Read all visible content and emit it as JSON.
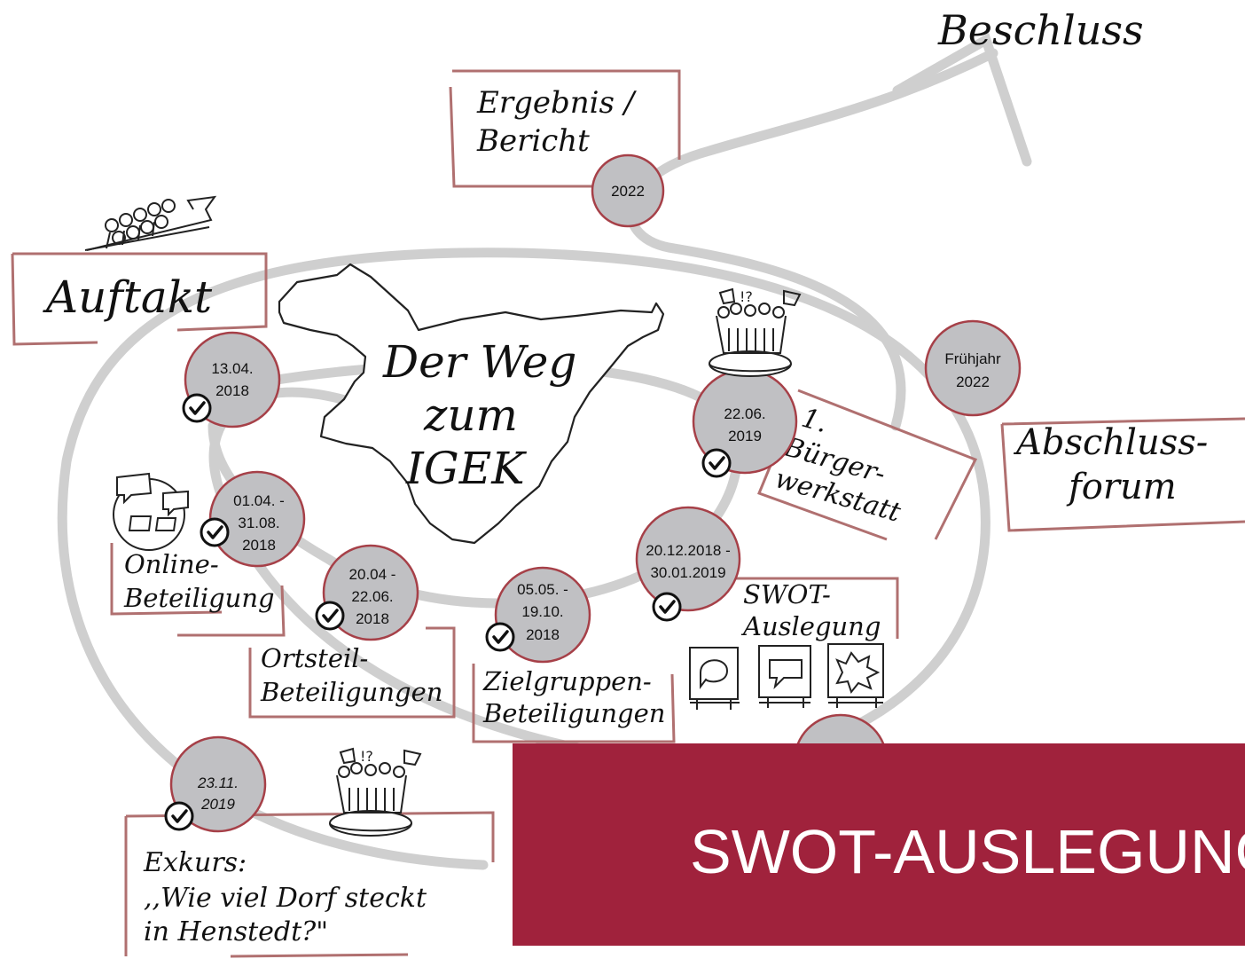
{
  "colors": {
    "accent": "#a0223c",
    "frame": "#b07070",
    "bubble": "#c0c0c3",
    "path": "#cfcfcf"
  },
  "title": {
    "line1": "Der Weg",
    "line2": "zum",
    "line3": "IGEK"
  },
  "goal": "Beschluss",
  "stations": {
    "auftakt": {
      "label": "Auftakt",
      "date1": "13.04.",
      "date2": "2018",
      "done": true
    },
    "online": {
      "label1": "Online-",
      "label2": "Beteiligung",
      "date1": "01.04. -",
      "date2": "31.08.",
      "date3": "2018",
      "done": true
    },
    "ortsteil": {
      "label1": "Ortsteil-",
      "label2": "Beteiligungen",
      "date1": "20.04 -",
      "date2": "22.06.",
      "date3": "2018",
      "done": true
    },
    "zielgruppen": {
      "label1": "Zielgruppen-",
      "label2": "Beteiligungen",
      "date1": "05.05. -",
      "date2": "19.10.",
      "date3": "2018",
      "done": true
    },
    "swot": {
      "label1": "SWOT-",
      "label2": "Auslegung",
      "date1": "20.12.2018 -",
      "date2": "30.01.2019",
      "done": true
    },
    "buergerwerkstatt": {
      "label1": "1.",
      "label2": "Bürger-",
      "label3": "werkstatt",
      "date1": "22.06.",
      "date2": "2019",
      "done": true
    },
    "exkurs": {
      "label1": "Exkurs:",
      "label2": ",,Wie viel Dorf steckt",
      "label3": "in Henstedt?\"",
      "date1": "23.11.",
      "date2": "2019",
      "done": true
    },
    "abschluss": {
      "label1": "Abschluss-",
      "label2": "forum",
      "date1": "Frühjahr",
      "date2": "2022"
    },
    "ergebnis": {
      "label1": "Ergebnis /",
      "label2": "Bericht",
      "date1": "2022"
    }
  },
  "icons": [
    "crowd-arrow-icon",
    "online-devices-icon",
    "workshop-group-icon",
    "speech-board-icon",
    "callout-board-icon",
    "burst-board-icon",
    "check-icon"
  ],
  "banner": {
    "title": "SWOT-AUSLEGUNG"
  }
}
